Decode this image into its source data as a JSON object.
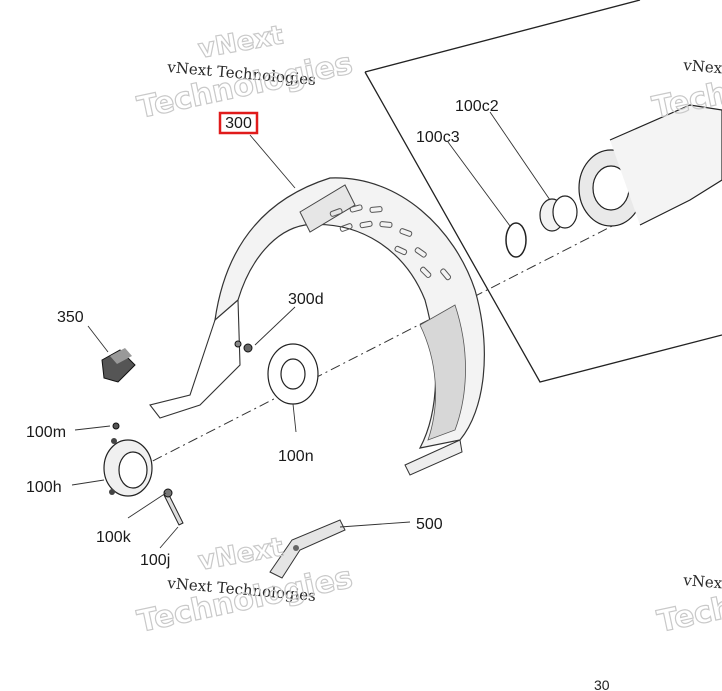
{
  "watermark": {
    "line1": "vNext",
    "line2": "vNext Technologies",
    "line3": "Technologies"
  },
  "callouts": {
    "c300": "300",
    "c300d": "300d",
    "c350": "350",
    "c100c2": "100c2",
    "c100c3": "100c3",
    "c100m": "100m",
    "c100h": "100h",
    "c100k": "100k",
    "c100j": "100j",
    "c100n": "100n",
    "c500": "500"
  },
  "highlight_color": "#e01b1b",
  "page_number": "30"
}
